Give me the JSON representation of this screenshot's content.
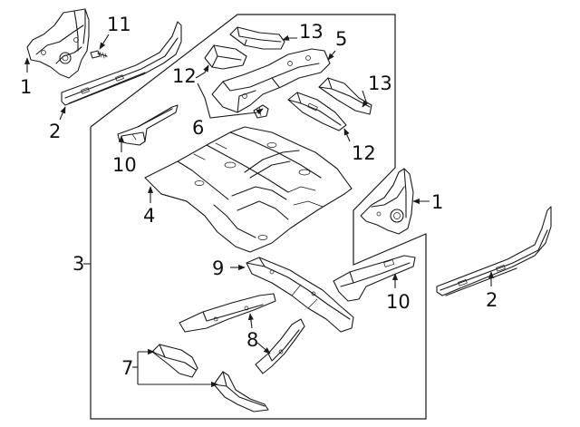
{
  "callouts": {
    "c1a": "1",
    "c1b": "1",
    "c2a": "2",
    "c2b": "2",
    "c3": "3",
    "c4": "4",
    "c5": "5",
    "c6": "6",
    "c7": "7",
    "c8": "8",
    "c9": "9",
    "c10a": "10",
    "c10b": "10",
    "c11": "11",
    "c12a": "12",
    "c12b": "12",
    "c13a": "13",
    "c13b": "13"
  }
}
